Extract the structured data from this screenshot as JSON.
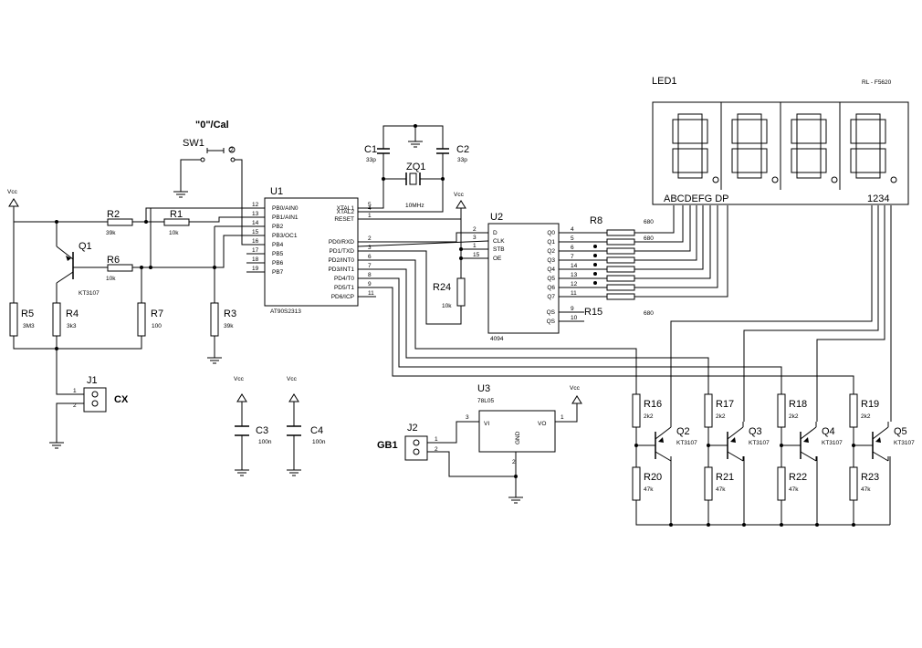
{
  "power_label": "Vcc",
  "components": {
    "r2": {
      "ref": "R2",
      "value": "39k"
    },
    "r1": {
      "ref": "R1",
      "value": "10k"
    },
    "r6": {
      "ref": "R6",
      "value": "10k"
    },
    "r5": {
      "ref": "R5",
      "value": "3M3"
    },
    "r4": {
      "ref": "R4",
      "value": "3k3"
    },
    "r7": {
      "ref": "R7",
      "value": "100"
    },
    "r3": {
      "ref": "R3",
      "value": "39k"
    },
    "r24": {
      "ref": "R24",
      "value": "10k"
    },
    "q1": {
      "ref": "Q1",
      "value": "KT3107"
    },
    "j1": {
      "ref": "J1",
      "label": "CX"
    },
    "j2": {
      "ref": "J2",
      "label": "GB1"
    },
    "sw1": {
      "ref": "SW1",
      "label": "\"0\"/Cal"
    },
    "c1": {
      "ref": "C1",
      "value": "33p"
    },
    "c2": {
      "ref": "C2",
      "value": "33p"
    },
    "c3": {
      "ref": "C3",
      "value": "100n"
    },
    "c4": {
      "ref": "C4",
      "value": "100n"
    },
    "zq1": {
      "ref": "ZQ1",
      "value": "10MHz"
    },
    "u1": {
      "ref": "U1",
      "part": "AT90S2313"
    },
    "u2": {
      "ref": "U2",
      "part": "4094"
    },
    "u3": {
      "ref": "U3",
      "part": "78L05"
    },
    "r8": {
      "ref": "R8",
      "value": "680"
    },
    "r15": {
      "ref": "R15",
      "value": "680"
    },
    "led1": {
      "ref": "LED1",
      "part": "RL - F5620",
      "segments": "ABCDEFG  DP",
      "digits": "1234"
    }
  },
  "u1_left_pins": [
    {
      "num": "12",
      "name": "PB0/AIN0"
    },
    {
      "num": "13",
      "name": "PB1/AIN1"
    },
    {
      "num": "14",
      "name": "PB2"
    },
    {
      "num": "15",
      "name": "PB3/OC1"
    },
    {
      "num": "16",
      "name": "PB4"
    },
    {
      "num": "17",
      "name": "PB5"
    },
    {
      "num": "18",
      "name": "PB6"
    },
    {
      "num": "19",
      "name": "PB7"
    }
  ],
  "u1_right_pins": [
    {
      "num": "5",
      "name": "XTAL1"
    },
    {
      "num": "4",
      "name": "XTAL2"
    },
    {
      "num": "1",
      "name": "RESET"
    },
    {
      "num": "2",
      "name": "PD0/RXD"
    },
    {
      "num": "3",
      "name": "PD1/TXD"
    },
    {
      "num": "6",
      "name": "PD2/INT0"
    },
    {
      "num": "7",
      "name": "PD3/INT1"
    },
    {
      "num": "8",
      "name": "PD4/T0"
    },
    {
      "num": "9",
      "name": "PD5/T1"
    },
    {
      "num": "11",
      "name": "PD6/ICP"
    }
  ],
  "u2_left_pins": [
    {
      "num": "2",
      "name": "D"
    },
    {
      "num": "3",
      "name": "CLK"
    },
    {
      "num": "1",
      "name": "STB"
    },
    {
      "num": "15",
      "name": "OE"
    }
  ],
  "u2_right_pins": [
    {
      "num": "4",
      "name": "Q0"
    },
    {
      "num": "5",
      "name": "Q1"
    },
    {
      "num": "6",
      "name": "Q2"
    },
    {
      "num": "7",
      "name": "Q3"
    },
    {
      "num": "14",
      "name": "Q4"
    },
    {
      "num": "13",
      "name": "Q5"
    },
    {
      "num": "12",
      "name": "Q6"
    },
    {
      "num": "11",
      "name": "Q7"
    }
  ],
  "u2_extra_pins": [
    {
      "num": "9",
      "name": "QS"
    },
    {
      "num": "10",
      "name": "QS"
    }
  ],
  "u3_pins": {
    "vi": "VI",
    "vo": "VO",
    "gnd": "GND",
    "in": "3",
    "out": "1",
    "ground": "2"
  },
  "j1_pins": [
    "1",
    "2"
  ],
  "j2_pins": [
    "1",
    "2"
  ],
  "sw1_pin": "2",
  "drivers": [
    {
      "rb": "R16",
      "rb_val": "2k2",
      "q": "Q2",
      "q_val": "KT3107",
      "re": "R20",
      "re_val": "47k"
    },
    {
      "rb": "R17",
      "rb_val": "2k2",
      "q": "Q3",
      "q_val": "KT3107",
      "re": "R21",
      "re_val": "47k"
    },
    {
      "rb": "R18",
      "rb_val": "2k2",
      "q": "Q4",
      "q_val": "KT3107",
      "re": "R22",
      "re_val": "47k"
    },
    {
      "rb": "R19",
      "rb_val": "2k2",
      "q": "Q5",
      "q_val": "KT3107",
      "re": "R23",
      "re_val": "47k"
    }
  ]
}
